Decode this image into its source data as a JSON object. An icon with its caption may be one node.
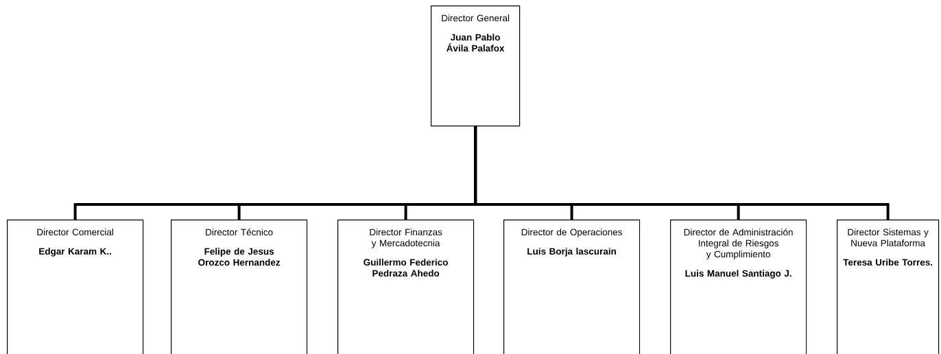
{
  "diagram": {
    "nodes": [
      {
        "text": [
          "Director General",
          "Juan Pablo Ávila Palafox"
        ]
      },
      {
        "text": [
          "Director Comercial",
          "Edgar Karam K.."
        ]
      },
      {
        "text": [
          "Director Técnico",
          "Felipe de Jesus Orozco Hernandez"
        ]
      },
      {
        "text": [
          "Director Finanzas y Mercadotecnia",
          "Guillermo Federico Pedraza Ahedo"
        ]
      },
      {
        "text": [
          "Director de Operaciones",
          "Luis Borja lascurain"
        ]
      },
      {
        "text": [
          "Director de Administración Integral de Riesgos y Cumplimiento",
          "Luis Manuel Santiago J."
        ]
      },
      {
        "text": [
          "Director Sistemas y Nueva Plataforma",
          "Teresa  Uribe Torres."
        ]
      }
    ],
    "edges": [
      {
        "from": 0,
        "to": 1,
        "arrow": "none"
      },
      {
        "from": 0,
        "to": 2,
        "arrow": "none"
      },
      {
        "from": 0,
        "to": 3,
        "arrow": "none"
      },
      {
        "from": 0,
        "to": 4,
        "arrow": "none"
      },
      {
        "from": 0,
        "to": 5,
        "arrow": "none"
      },
      {
        "from": 0,
        "to": 6,
        "arrow": "none"
      }
    ]
  }
}
